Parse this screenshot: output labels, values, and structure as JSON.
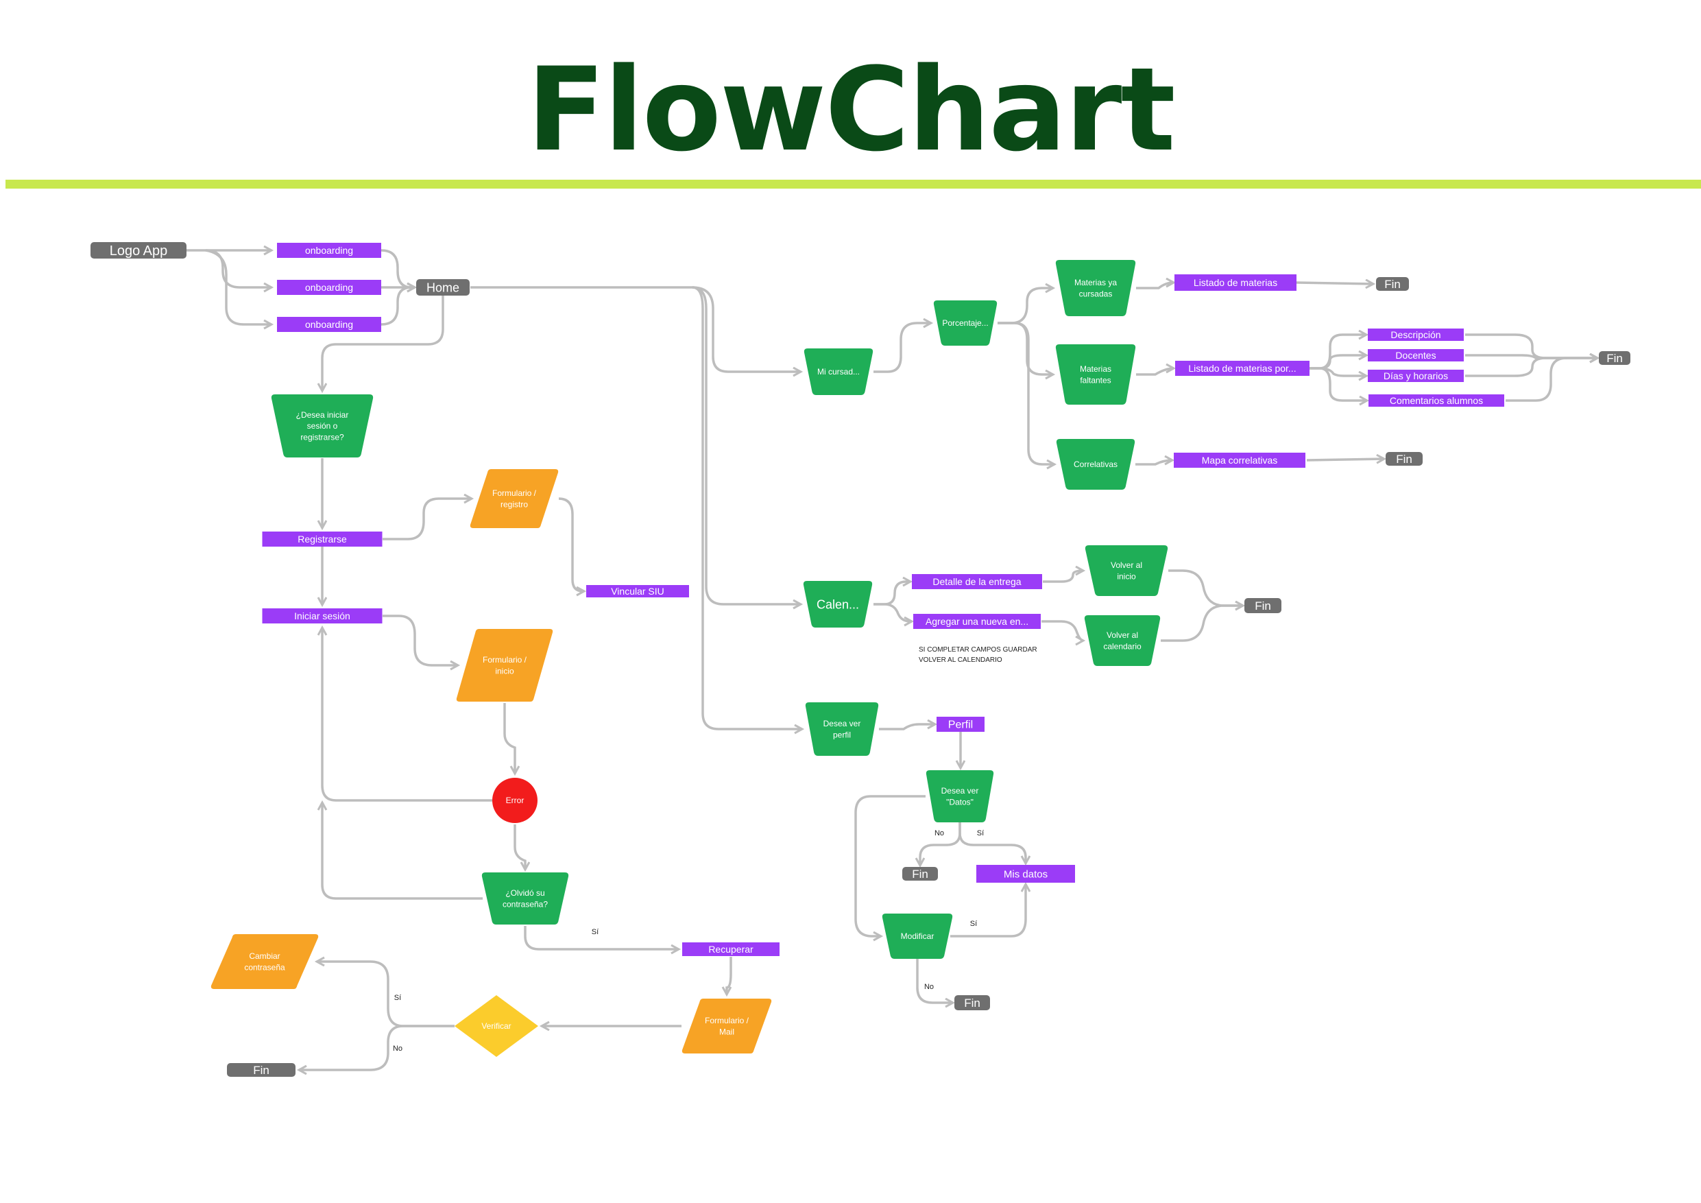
{
  "title": "FlowChart",
  "colors": {
    "title": "#0a4a17",
    "rule": "#c8e84e",
    "process": "#9b3cf7",
    "decision": "#1fae57",
    "io": "#f7a325",
    "terminal": "#6f6f6f",
    "error": "#f21c1c",
    "verify": "#fbcc2c",
    "edge": "#bdbdbd"
  },
  "nodes": [
    {
      "id": "logo",
      "type": "terminal",
      "label": "Logo App"
    },
    {
      "id": "ob1",
      "type": "process",
      "label": "onboarding"
    },
    {
      "id": "ob2",
      "type": "process",
      "label": "onboarding"
    },
    {
      "id": "ob3",
      "type": "process",
      "label": "onboarding"
    },
    {
      "id": "home",
      "type": "terminal",
      "label": "Home"
    },
    {
      "id": "desea",
      "type": "decision",
      "label": "¿Desea iniciar sesión o registrarse?"
    },
    {
      "id": "registrarse",
      "type": "process",
      "label": "Registrarse"
    },
    {
      "id": "formreg",
      "type": "io",
      "label": "Formulario / registro"
    },
    {
      "id": "vincular",
      "type": "process",
      "label": "Vincular SIU"
    },
    {
      "id": "iniciar",
      "type": "process",
      "label": "Iniciar sesión"
    },
    {
      "id": "forminicio",
      "type": "io",
      "label": "Formulario / inicio"
    },
    {
      "id": "error",
      "type": "error",
      "label": "Error"
    },
    {
      "id": "olvido",
      "type": "decision",
      "label": "¿Olvidó su contraseña?"
    },
    {
      "id": "recuperar",
      "type": "process",
      "label": "Recuperar"
    },
    {
      "id": "formmail",
      "type": "io",
      "label": "Formulario / Mail"
    },
    {
      "id": "verificar",
      "type": "verify",
      "label": "Verificar"
    },
    {
      "id": "cambiar",
      "type": "io",
      "label": "Cambiar contraseña"
    },
    {
      "id": "fin_verif",
      "type": "terminal",
      "label": "Fin"
    },
    {
      "id": "micursada",
      "type": "decision",
      "label": "Mi cursad..."
    },
    {
      "id": "porcentaje",
      "type": "decision",
      "label": "Porcentaje..."
    },
    {
      "id": "cursadas",
      "type": "decision",
      "label": "Materias ya cursadas"
    },
    {
      "id": "listado",
      "type": "process",
      "label": "Listado de materias"
    },
    {
      "id": "fin_listado",
      "type": "terminal",
      "label": "Fin"
    },
    {
      "id": "faltantes",
      "type": "decision",
      "label": "Materias faltantes"
    },
    {
      "id": "listadopor",
      "type": "process",
      "label": "Listado de materias por..."
    },
    {
      "id": "descripcion",
      "type": "process",
      "label": "Descripción"
    },
    {
      "id": "docentes",
      "type": "process",
      "label": "Docentes"
    },
    {
      "id": "dias",
      "type": "process",
      "label": "Días y horarios"
    },
    {
      "id": "comentarios",
      "type": "process",
      "label": "Comentarios alumnos"
    },
    {
      "id": "fin_faltantes",
      "type": "terminal",
      "label": "Fin"
    },
    {
      "id": "correlativas",
      "type": "decision",
      "label": "Correlativas"
    },
    {
      "id": "mapa",
      "type": "process",
      "label": "Mapa correlativas"
    },
    {
      "id": "fin_mapa",
      "type": "terminal",
      "label": "Fin"
    },
    {
      "id": "calen",
      "type": "decision",
      "label": "Calen..."
    },
    {
      "id": "detalle",
      "type": "process",
      "label": "Detalle de la entrega"
    },
    {
      "id": "agregar",
      "type": "process",
      "label": "Agregar una nueva en..."
    },
    {
      "id": "volverinicio",
      "type": "decision",
      "label": "Volver al inicio"
    },
    {
      "id": "volvercal",
      "type": "decision",
      "label": "Volver al calendario"
    },
    {
      "id": "fin_cal",
      "type": "terminal",
      "label": "Fin"
    },
    {
      "id": "deseaperfil",
      "type": "decision",
      "label": "Desea ver perfil"
    },
    {
      "id": "perfil",
      "type": "process",
      "label": "Perfil"
    },
    {
      "id": "deseadatos",
      "type": "decision",
      "label": "Desea ver \"Datos\""
    },
    {
      "id": "fin_perfil",
      "type": "terminal",
      "label": "Fin"
    },
    {
      "id": "misdatos",
      "type": "process",
      "label": "Mis datos"
    },
    {
      "id": "modificar",
      "type": "decision",
      "label": "Modificar"
    },
    {
      "id": "fin_mod",
      "type": "terminal",
      "label": "Fin"
    }
  ],
  "edges": [
    {
      "from": "logo",
      "to": "ob1"
    },
    {
      "from": "logo",
      "to": "ob2"
    },
    {
      "from": "logo",
      "to": "ob3"
    },
    {
      "from": "ob1",
      "to": "home"
    },
    {
      "from": "ob2",
      "to": "home"
    },
    {
      "from": "ob3",
      "to": "home"
    },
    {
      "from": "home",
      "to": "desea"
    },
    {
      "from": "desea",
      "to": "registrarse"
    },
    {
      "from": "registrarse",
      "to": "iniciar"
    },
    {
      "from": "registrarse",
      "to": "formreg"
    },
    {
      "from": "formreg",
      "to": "vincular"
    },
    {
      "from": "iniciar",
      "to": "forminicio"
    },
    {
      "from": "forminicio",
      "to": "error"
    },
    {
      "from": "error",
      "to": "iniciar"
    },
    {
      "from": "error",
      "to": "olvido"
    },
    {
      "from": "olvido",
      "to": "iniciar"
    },
    {
      "from": "olvido",
      "to": "recuperar",
      "label": "Sí"
    },
    {
      "from": "recuperar",
      "to": "formmail"
    },
    {
      "from": "formmail",
      "to": "verificar"
    },
    {
      "from": "verificar",
      "to": "cambiar",
      "label": "Sí"
    },
    {
      "from": "verificar",
      "to": "fin_verif",
      "label": "No"
    },
    {
      "from": "home",
      "to": "micursada"
    },
    {
      "from": "home",
      "to": "calen"
    },
    {
      "from": "home",
      "to": "deseaperfil"
    },
    {
      "from": "micursada",
      "to": "porcentaje"
    },
    {
      "from": "porcentaje",
      "to": "cursadas"
    },
    {
      "from": "porcentaje",
      "to": "faltantes"
    },
    {
      "from": "porcentaje",
      "to": "correlativas"
    },
    {
      "from": "cursadas",
      "to": "listado"
    },
    {
      "from": "listado",
      "to": "fin_listado"
    },
    {
      "from": "faltantes",
      "to": "listadopor"
    },
    {
      "from": "listadopor",
      "to": "descripcion"
    },
    {
      "from": "listadopor",
      "to": "docentes"
    },
    {
      "from": "listadopor",
      "to": "dias"
    },
    {
      "from": "listadopor",
      "to": "comentarios"
    },
    {
      "from": "descripcion",
      "to": "fin_faltantes"
    },
    {
      "from": "docentes",
      "to": "fin_faltantes"
    },
    {
      "from": "dias",
      "to": "fin_faltantes"
    },
    {
      "from": "comentarios",
      "to": "fin_faltantes"
    },
    {
      "from": "correlativas",
      "to": "mapa"
    },
    {
      "from": "mapa",
      "to": "fin_mapa"
    },
    {
      "from": "calen",
      "to": "detalle"
    },
    {
      "from": "calen",
      "to": "agregar"
    },
    {
      "from": "detalle",
      "to": "volverinicio"
    },
    {
      "from": "agregar",
      "to": "volvercal"
    },
    {
      "from": "volverinicio",
      "to": "fin_cal"
    },
    {
      "from": "volvercal",
      "to": "fin_cal"
    },
    {
      "from": "deseaperfil",
      "to": "perfil"
    },
    {
      "from": "perfil",
      "to": "deseadatos"
    },
    {
      "from": "deseadatos",
      "to": "fin_perfil",
      "label": "No"
    },
    {
      "from": "deseadatos",
      "to": "misdatos",
      "label": "Sí"
    },
    {
      "from": "deseadatos",
      "to": "modificar"
    },
    {
      "from": "modificar",
      "to": "misdatos",
      "label": "Sí"
    },
    {
      "from": "modificar",
      "to": "fin_mod",
      "label": "No"
    }
  ],
  "notes": {
    "agregar_note_line1": "SI COMPLETAR CAMPOS GUARDAR",
    "agregar_note_line2": "VOLVER AL CALENDARIO"
  }
}
